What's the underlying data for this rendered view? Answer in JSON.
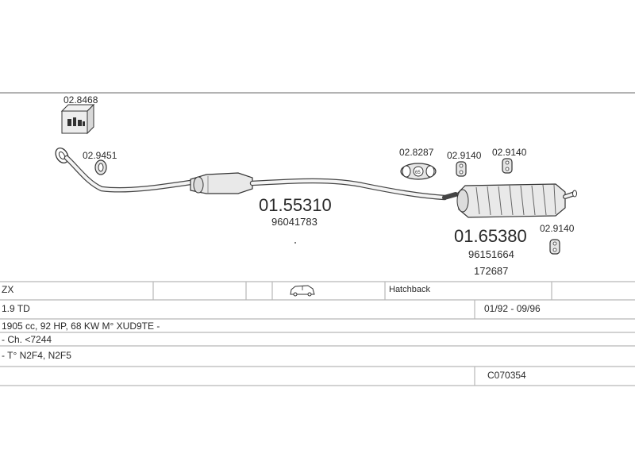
{
  "parts": {
    "tool_kit": {
      "code": "02.8468"
    },
    "front_ring": {
      "code": "02.9451"
    },
    "middle_silencer": {
      "code": "01.55310",
      "oe_ref": "96041783"
    },
    "clamp": {
      "code": "02.8287",
      "clamp_mark": "65"
    },
    "hanger_a": {
      "code": "02.9140"
    },
    "hanger_b": {
      "code": "02.9140"
    },
    "hanger_c": {
      "code": "02.9140"
    },
    "rear_silencer": {
      "code": "01.65380",
      "oe_ref": "96151664",
      "alt_ref": "172687"
    }
  },
  "vehicle": {
    "model": "ZX",
    "body_type": "Hatchback",
    "engine": "1.9 TD",
    "years": "01/92 - 09/96",
    "spec": "1905 cc, 92 HP, 68 KW M° XUD9TE -",
    "chassis": "- Ch. <7244",
    "type_codes": "- T° N2F4, N2F5",
    "catalog_code": "C070354"
  },
  "colors": {
    "line": "#9a9a9a",
    "ink": "#2a2a2a",
    "part_fill": "#e9e9e9"
  }
}
